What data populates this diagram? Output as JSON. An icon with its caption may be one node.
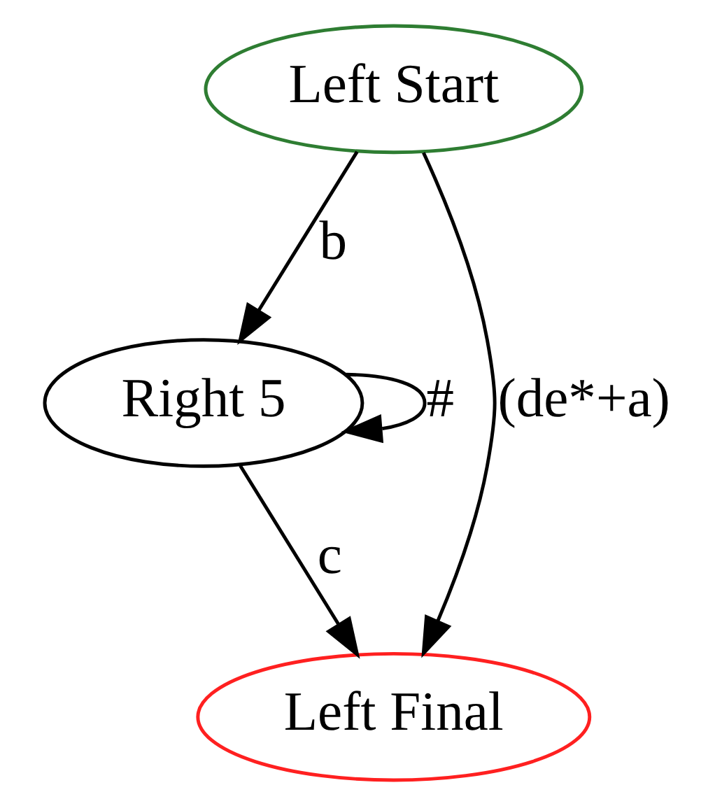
{
  "diagram": {
    "nodes": [
      {
        "text": [
          "Left Start"
        ]
      },
      {
        "text": [
          "Right 5"
        ]
      },
      {
        "text": [
          "Left Final"
        ]
      }
    ],
    "edges": [
      {
        "from": 0,
        "to": 2,
        "arrow": "to",
        "label": "(de*+a)"
      },
      {
        "from": 0,
        "to": 1,
        "arrow": "to",
        "label": "b"
      },
      {
        "from": 1,
        "to": 1,
        "arrow": "to",
        "label": "#"
      },
      {
        "from": 1,
        "to": 2,
        "arrow": "to",
        "label": "c"
      }
    ]
  }
}
